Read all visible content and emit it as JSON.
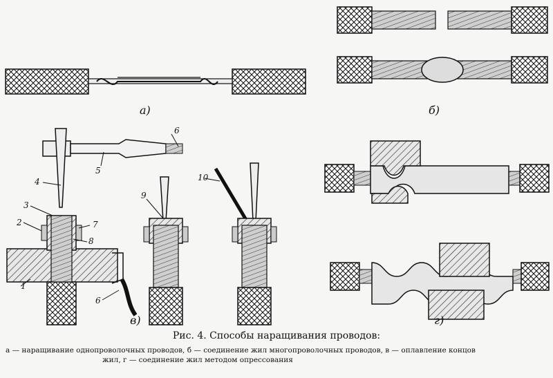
{
  "figure": {
    "title": "Рис. 4. Способы наращивания проводов:",
    "legend_lines": [
      "а — наращивание однопроволочных проводов, б — соединение жил многопроволочных проводов, в — оплавление концов",
      "жил, г — соединение жил методом опрессования"
    ],
    "panels": {
      "a": "а)",
      "b": "б)",
      "v": "в)",
      "g": "г)"
    },
    "part_numbers": [
      "1",
      "2",
      "3",
      "4",
      "5",
      "6",
      "7",
      "8",
      "9",
      "10",
      "6"
    ]
  }
}
